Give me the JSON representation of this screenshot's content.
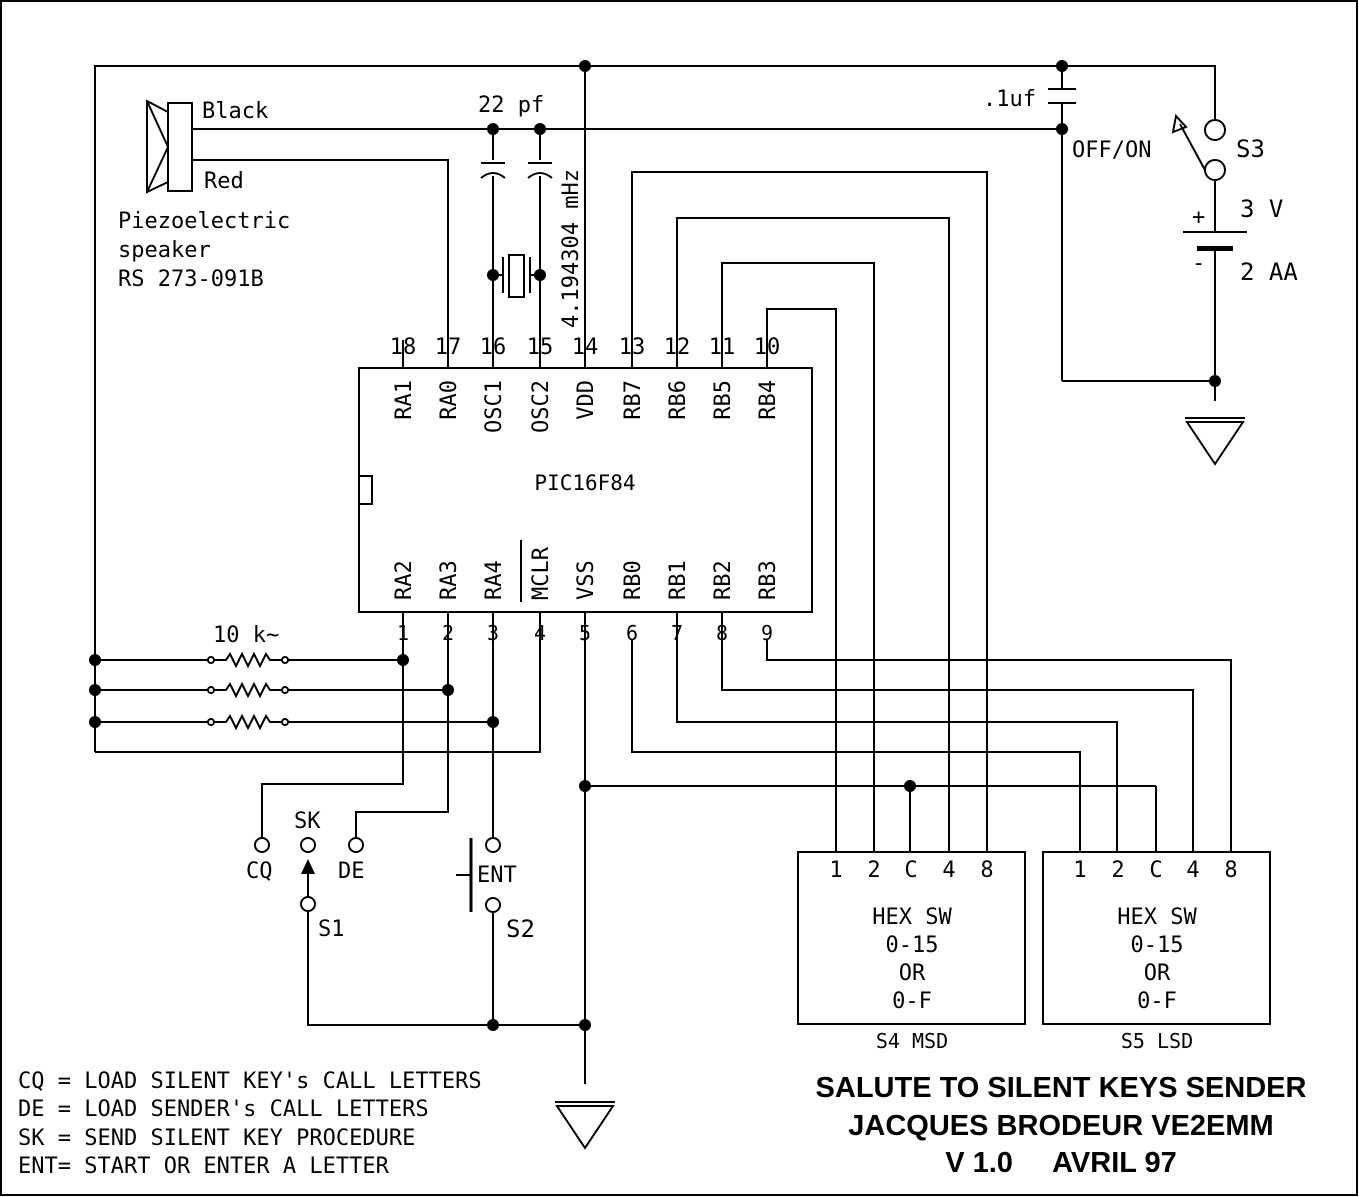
{
  "speaker": {
    "wire_black": "Black",
    "wire_red": "Red",
    "desc_line1": "Piezoelectric",
    "desc_line2": "speaker",
    "desc_line3": "RS 273-091B"
  },
  "caps": {
    "osc": "22 pf",
    "bypass": ".1uf"
  },
  "crystal": "4.194304 mHz",
  "power": {
    "switch_state": "OFF/ON",
    "switch_name": "S3",
    "voltage": "3 V",
    "battery": "2 AA",
    "plus": "+",
    "minus": "-"
  },
  "ic": {
    "name": "PIC16F84",
    "top_pins": [
      {
        "num": "18",
        "label": "RA1"
      },
      {
        "num": "17",
        "label": "RA0"
      },
      {
        "num": "16",
        "label": "OSC1"
      },
      {
        "num": "15",
        "label": "OSC2"
      },
      {
        "num": "14",
        "label": "VDD"
      },
      {
        "num": "13",
        "label": "RB7"
      },
      {
        "num": "12",
        "label": "RB6"
      },
      {
        "num": "11",
        "label": "RB5"
      },
      {
        "num": "10",
        "label": "RB4"
      }
    ],
    "bottom_pins": [
      {
        "num": "1",
        "label": "RA2"
      },
      {
        "num": "2",
        "label": "RA3"
      },
      {
        "num": "3",
        "label": "RA4"
      },
      {
        "num": "4",
        "label": "MCLR"
      },
      {
        "num": "5",
        "label": "VSS"
      },
      {
        "num": "6",
        "label": "RB0"
      },
      {
        "num": "7",
        "label": "RB1"
      },
      {
        "num": "8",
        "label": "RB2"
      },
      {
        "num": "9",
        "label": "RB3"
      }
    ]
  },
  "resistors": {
    "value": "10 k~"
  },
  "switches": {
    "cq": "CQ",
    "sk": "SK",
    "de": "DE",
    "s1": "S1",
    "ent": "ENT",
    "s2": "S2"
  },
  "hex_switches": [
    {
      "pins": [
        "1",
        "2",
        "C",
        "4",
        "8"
      ],
      "line1": "HEX SW",
      "line2": "0-15",
      "line3": "OR",
      "line4": "0-F",
      "name": "S4 MSD"
    },
    {
      "pins": [
        "1",
        "2",
        "C",
        "4",
        "8"
      ],
      "line1": "HEX SW",
      "line2": "0-15",
      "line3": "OR",
      "line4": "0-F",
      "name": "S5 LSD"
    }
  ],
  "legend": [
    "CQ = LOAD SILENT KEY's CALL LETTERS",
    "DE = LOAD SENDER's CALL LETTERS",
    "SK = SEND SILENT KEY PROCEDURE",
    "ENT= START OR ENTER A LETTER"
  ],
  "title": {
    "line1": "SALUTE TO SILENT KEYS SENDER",
    "line2": "JACQUES BRODEUR VE2EMM",
    "line3": "V 1.0     AVRIL 97"
  }
}
